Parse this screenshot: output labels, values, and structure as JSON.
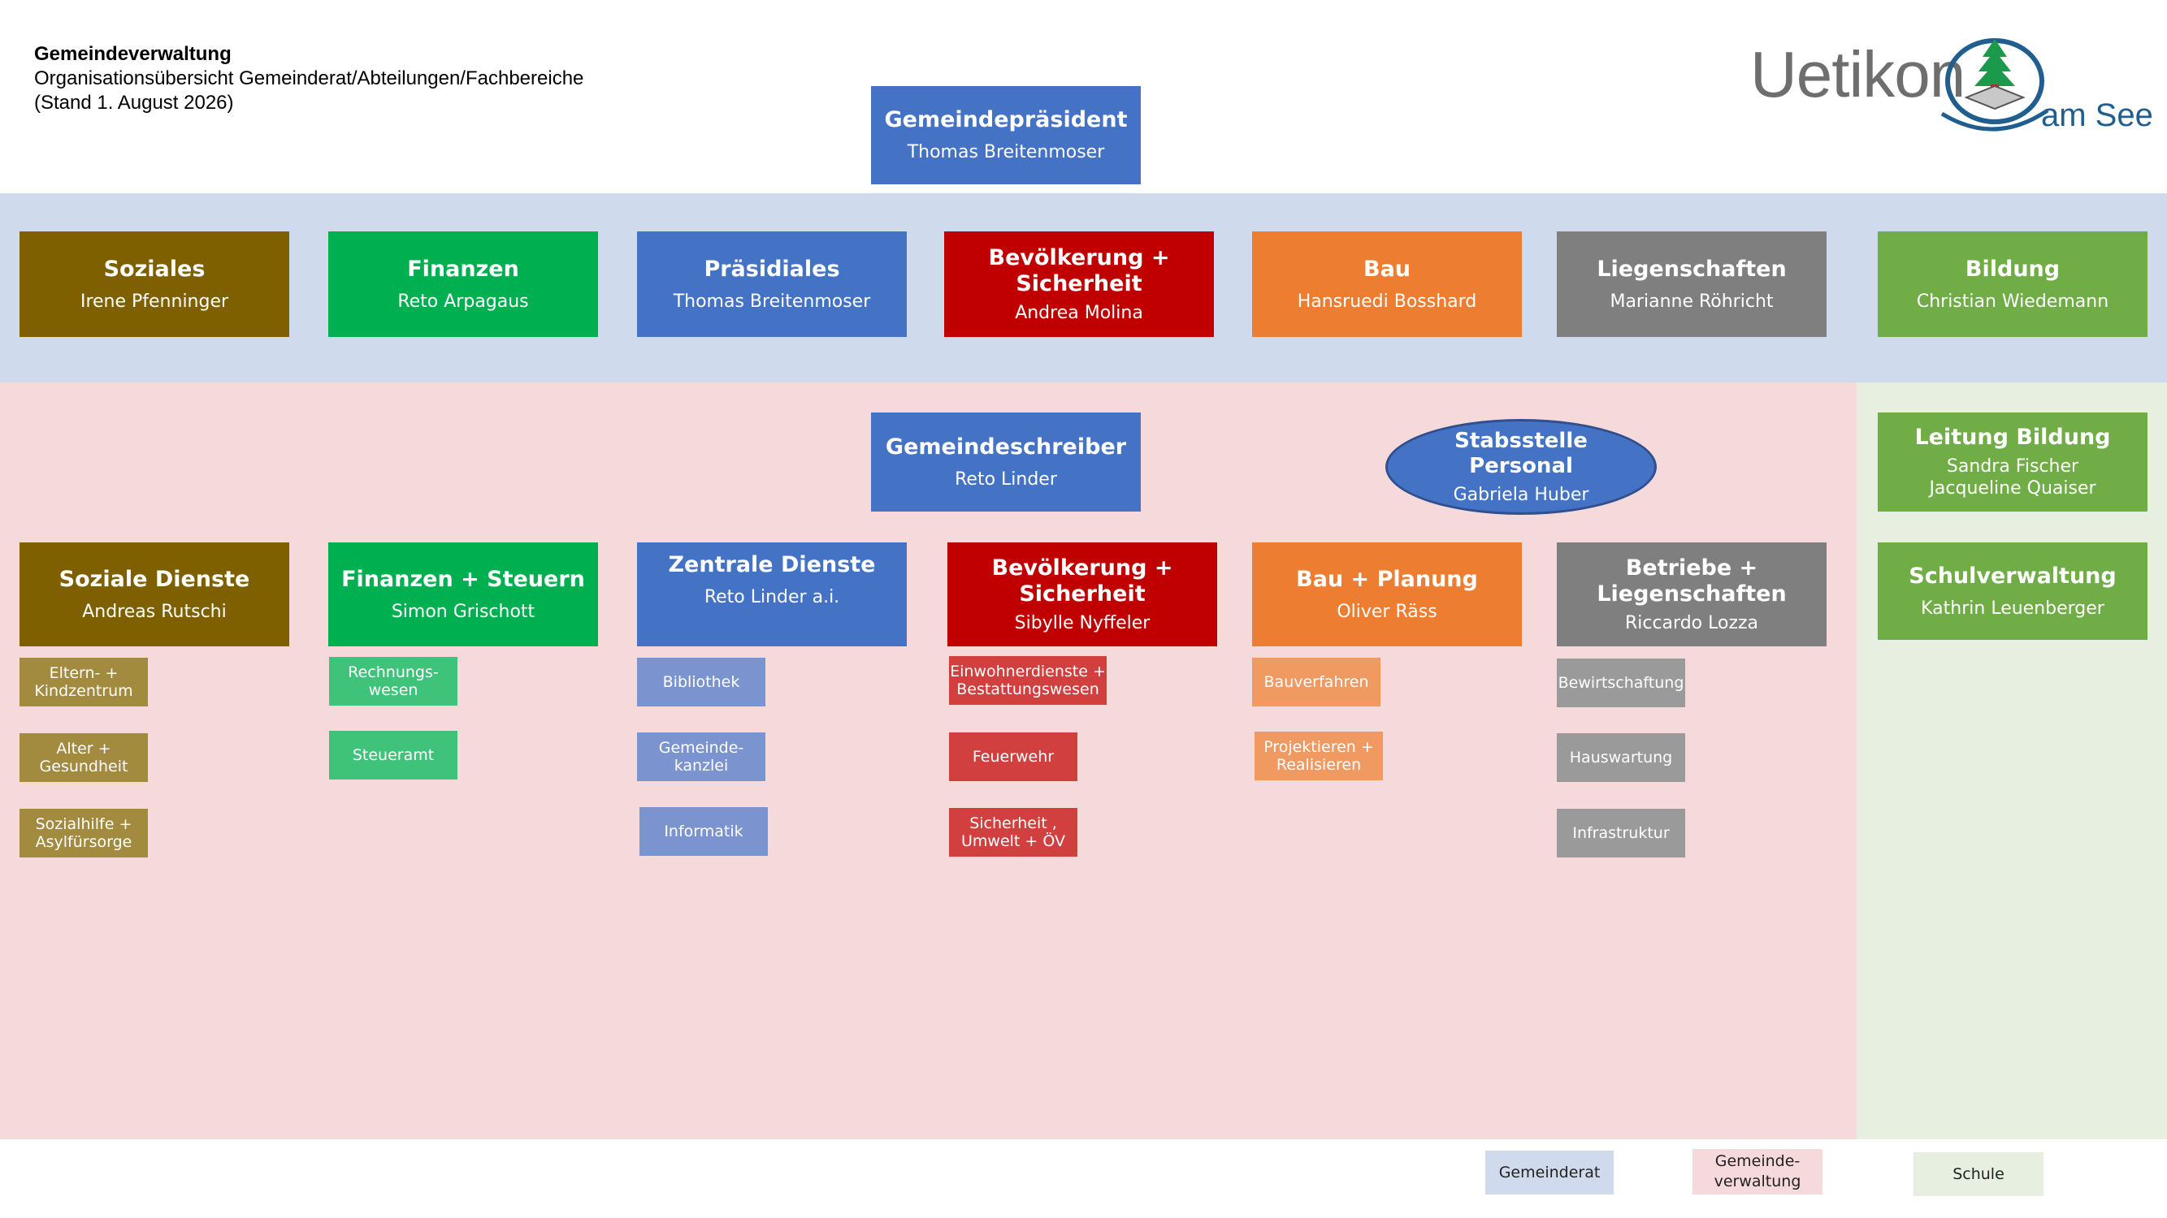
{
  "header": {
    "line1": "Gemeindeverwaltung",
    "line2": "Organisationsübersicht Gemeinderat/Abteilungen/Fachbereiche",
    "line3": "(Stand 1. August 2026)"
  },
  "logo": {
    "name": "Uetikon",
    "suffix": "am See"
  },
  "praesident": {
    "title": "Gemeindepräsident",
    "person": "Thomas Breitenmoser"
  },
  "council": [
    {
      "title": "Soziales",
      "person": "Irene Pfenninger"
    },
    {
      "title": "Finanzen",
      "person": "Reto Arpagaus"
    },
    {
      "title": "Präsidiales",
      "person": "Thomas Breitenmoser"
    },
    {
      "title": "Bevölkerung +\nSicherheit",
      "person": "Andrea Molina"
    },
    {
      "title": "Bau",
      "person": "Hansruedi Bosshard"
    },
    {
      "title": "Liegenschaften",
      "person": "Marianne Röhricht"
    },
    {
      "title": "Bildung",
      "person": "Christian Wiedemann"
    }
  ],
  "schreiber": {
    "title": "Gemeindeschreiber",
    "person": "Reto Linder"
  },
  "stabsstelle": {
    "title": "Stabsstelle\nPersonal",
    "person": "Gabriela Huber"
  },
  "departments": [
    {
      "title": "Soziale Dienste",
      "person": "Andreas Rutschi"
    },
    {
      "title": "Finanzen + Steuern",
      "person": "Simon Grischott"
    },
    {
      "title": "Zentrale Dienste",
      "person": "Reto Linder a.i."
    },
    {
      "title": "Bevölkerung +\nSicherheit",
      "person": "Sibylle Nyffeler"
    },
    {
      "title": "Bau + Planung",
      "person": "Oliver Räss"
    },
    {
      "title": "Betriebe +\nLiegenschaften",
      "person": "Riccardo Lozza"
    }
  ],
  "school": [
    {
      "title": "Leitung Bildung",
      "person": "Sandra Fischer\nJacqueline Quaiser"
    },
    {
      "title": "Schulverwaltung",
      "person": "Kathrin Leuenberger"
    }
  ],
  "units": {
    "soziales": [
      "Eltern- +\nKindzentrum",
      "Alter +\nGesundheit",
      "Sozialhilfe +\nAsylfürsorge"
    ],
    "finanzen": [
      "Rechnungs-\nwesen",
      "Steueramt"
    ],
    "zentrale": [
      "Bibliothek",
      "Gemeinde-\nkanzlei",
      "Informatik"
    ],
    "bevoelkerung": [
      "Einwohnerdienste +\nBestattungswesen",
      "Feuerwehr",
      "Sicherheit ,\nUmwelt + ÖV"
    ],
    "bau": [
      "Bauverfahren",
      "Projektieren +\nRealisieren"
    ],
    "betriebe": [
      "Bewirtschaftung",
      "Hauswartung",
      "Infrastruktur"
    ]
  },
  "legend": [
    "Gemeinderat",
    "Gemeinde-\nverwaltung",
    "Schule"
  ],
  "colors": {
    "gemeinderat_band": "#cfdbec",
    "verwaltung_band": "#f6d9da",
    "schule_band": "#e6efe0",
    "soziales": "#7f6000",
    "finanzen": "#00b050",
    "praesidiales": "#4472c4",
    "bevoelkerung": "#c00000",
    "bau": "#ed7d31",
    "liegenschaften": "#7f7f7f",
    "bildung": "#70ad47"
  }
}
